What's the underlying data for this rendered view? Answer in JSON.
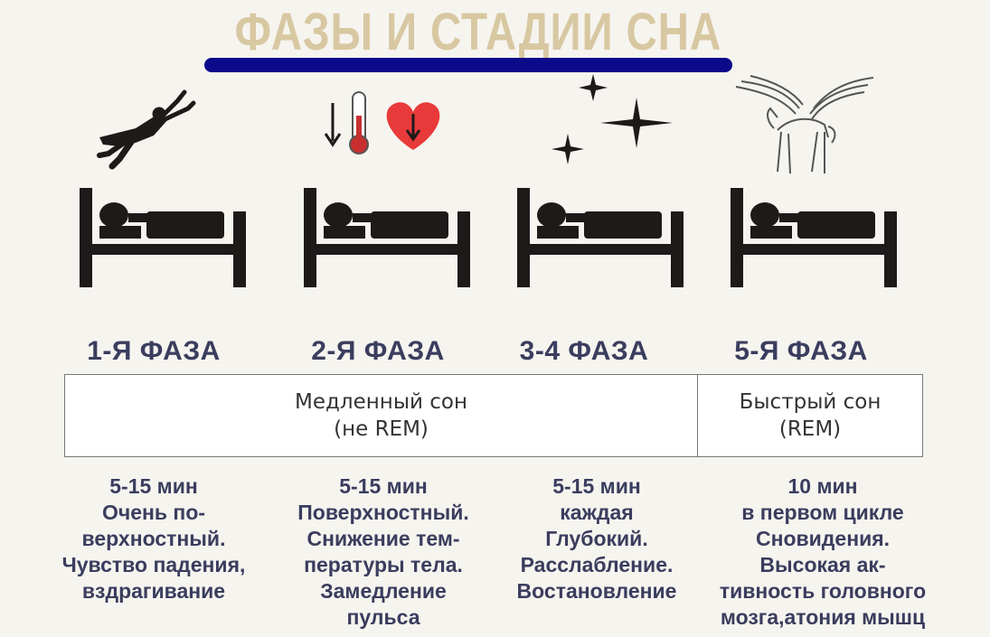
{
  "title": "ФАЗЫ И СТАДИИ СНА",
  "phases": [
    {
      "label": "1-Я ФАЗА",
      "icon": "falling-person-icon",
      "description": [
        "5-15 мин",
        "Очень по-",
        "верхностный.",
        "Чувство падения,",
        "вздрагивание"
      ]
    },
    {
      "label": "2-Я ФАЗА",
      "icon": "temperature-heart-down-icon",
      "description": [
        "5-15 мин",
        "Поверхностный.",
        "Снижение тем-",
        "пературы тела.",
        "Замедление",
        "пульса"
      ]
    },
    {
      "label": "3-4 ФАЗА",
      "icon": "stars-icon",
      "description": [
        "5-15 мин",
        "каждая",
        "Глубокий.",
        "Расслабление.",
        "Востановление"
      ]
    },
    {
      "label": "5-Я ФАЗА",
      "icon": "pegasus-icon",
      "description": [
        "10 мин",
        "в первом цикле",
        "Сновидения.",
        "Высокая ак-",
        "тивность головного",
        "мозга,атония мышц"
      ]
    }
  ],
  "table": {
    "slow_line1": "Медленный сон",
    "slow_line2": "(не REM)",
    "fast_line1": "Быстрый сон",
    "fast_line2": "(REM)"
  },
  "colors": {
    "title": "#d8c8a2",
    "underline": "#0a0a8a",
    "label_text": "#3a3d5e",
    "icon": "#1e1a1a",
    "heart": "#e83a3a"
  }
}
